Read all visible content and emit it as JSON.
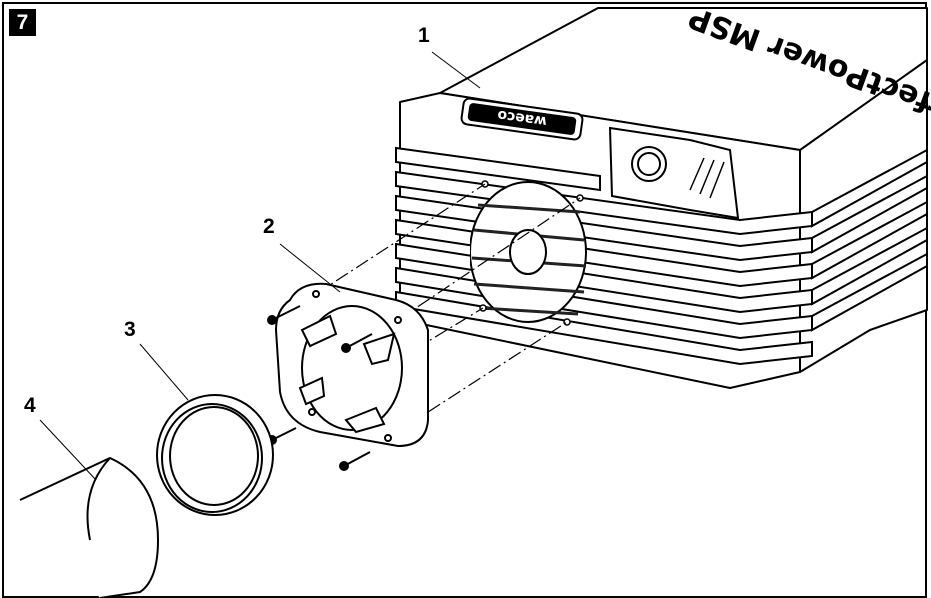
{
  "figure": {
    "number": "7"
  },
  "callouts": [
    {
      "id": "1",
      "label": "1"
    },
    {
      "id": "2",
      "label": "2"
    },
    {
      "id": "3",
      "label": "3"
    },
    {
      "id": "4",
      "label": "4"
    }
  ],
  "device": {
    "front_logo": "waeco",
    "top_logo": "PerfectPower MSP"
  },
  "colors": {
    "line": "#000000",
    "fill": "#ffffff",
    "fan_dark": "#222222"
  }
}
